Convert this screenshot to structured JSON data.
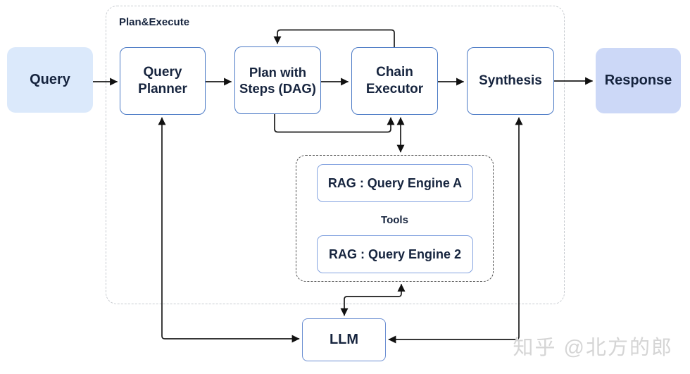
{
  "diagram": {
    "outer_label": "Plan&Execute",
    "tools_label": "Tools",
    "watermark": "知乎 @北方的郎",
    "nodes": {
      "query": "Query",
      "query_planner": "Query Planner",
      "plan_with_steps": "Plan with Steps (DAG)",
      "chain_executor": "Chain Executor",
      "synthesis": "Synthesis",
      "response": "Response",
      "rag_a": "RAG : Query Engine A",
      "rag_2": "RAG : Query Engine 2",
      "llm": "LLM"
    },
    "edges": [
      {
        "from": "Query",
        "to": "Query Planner",
        "heads": 1
      },
      {
        "from": "Query Planner",
        "to": "Plan with Steps (DAG)",
        "heads": 1
      },
      {
        "from": "Plan with Steps (DAG)",
        "to": "Chain Executor",
        "heads": 1
      },
      {
        "from": "Chain Executor",
        "to": "Synthesis",
        "heads": 1
      },
      {
        "from": "Synthesis",
        "to": "Response",
        "heads": 1
      },
      {
        "from": "Chain Executor",
        "to": "Plan with Steps (DAG)",
        "heads": 1,
        "route": "top-loop"
      },
      {
        "from": "Plan with Steps (DAG)",
        "to": "Chain Executor",
        "heads": 1,
        "route": "bottom-elbow"
      },
      {
        "from": "Chain Executor",
        "to": "Tools",
        "heads": 2
      },
      {
        "from": "Tools",
        "to": "LLM",
        "heads": 2
      },
      {
        "from": "Query Planner",
        "to": "LLM",
        "heads": 2
      },
      {
        "from": "Synthesis",
        "to": "LLM",
        "heads": 2
      }
    ],
    "colors": {
      "text": "#16243e",
      "node_border": "#4a79c5",
      "rag_border": "#84a3e0",
      "llm_border": "#6b8ed2",
      "query_fill": "#dbe9fb",
      "response_fill": "#ccd8f7",
      "outer_dash": "#c6cacf",
      "tools_dash": "#4d4d4d",
      "edge": "#1a1a1a",
      "watermark": "#d5d5d5"
    }
  }
}
